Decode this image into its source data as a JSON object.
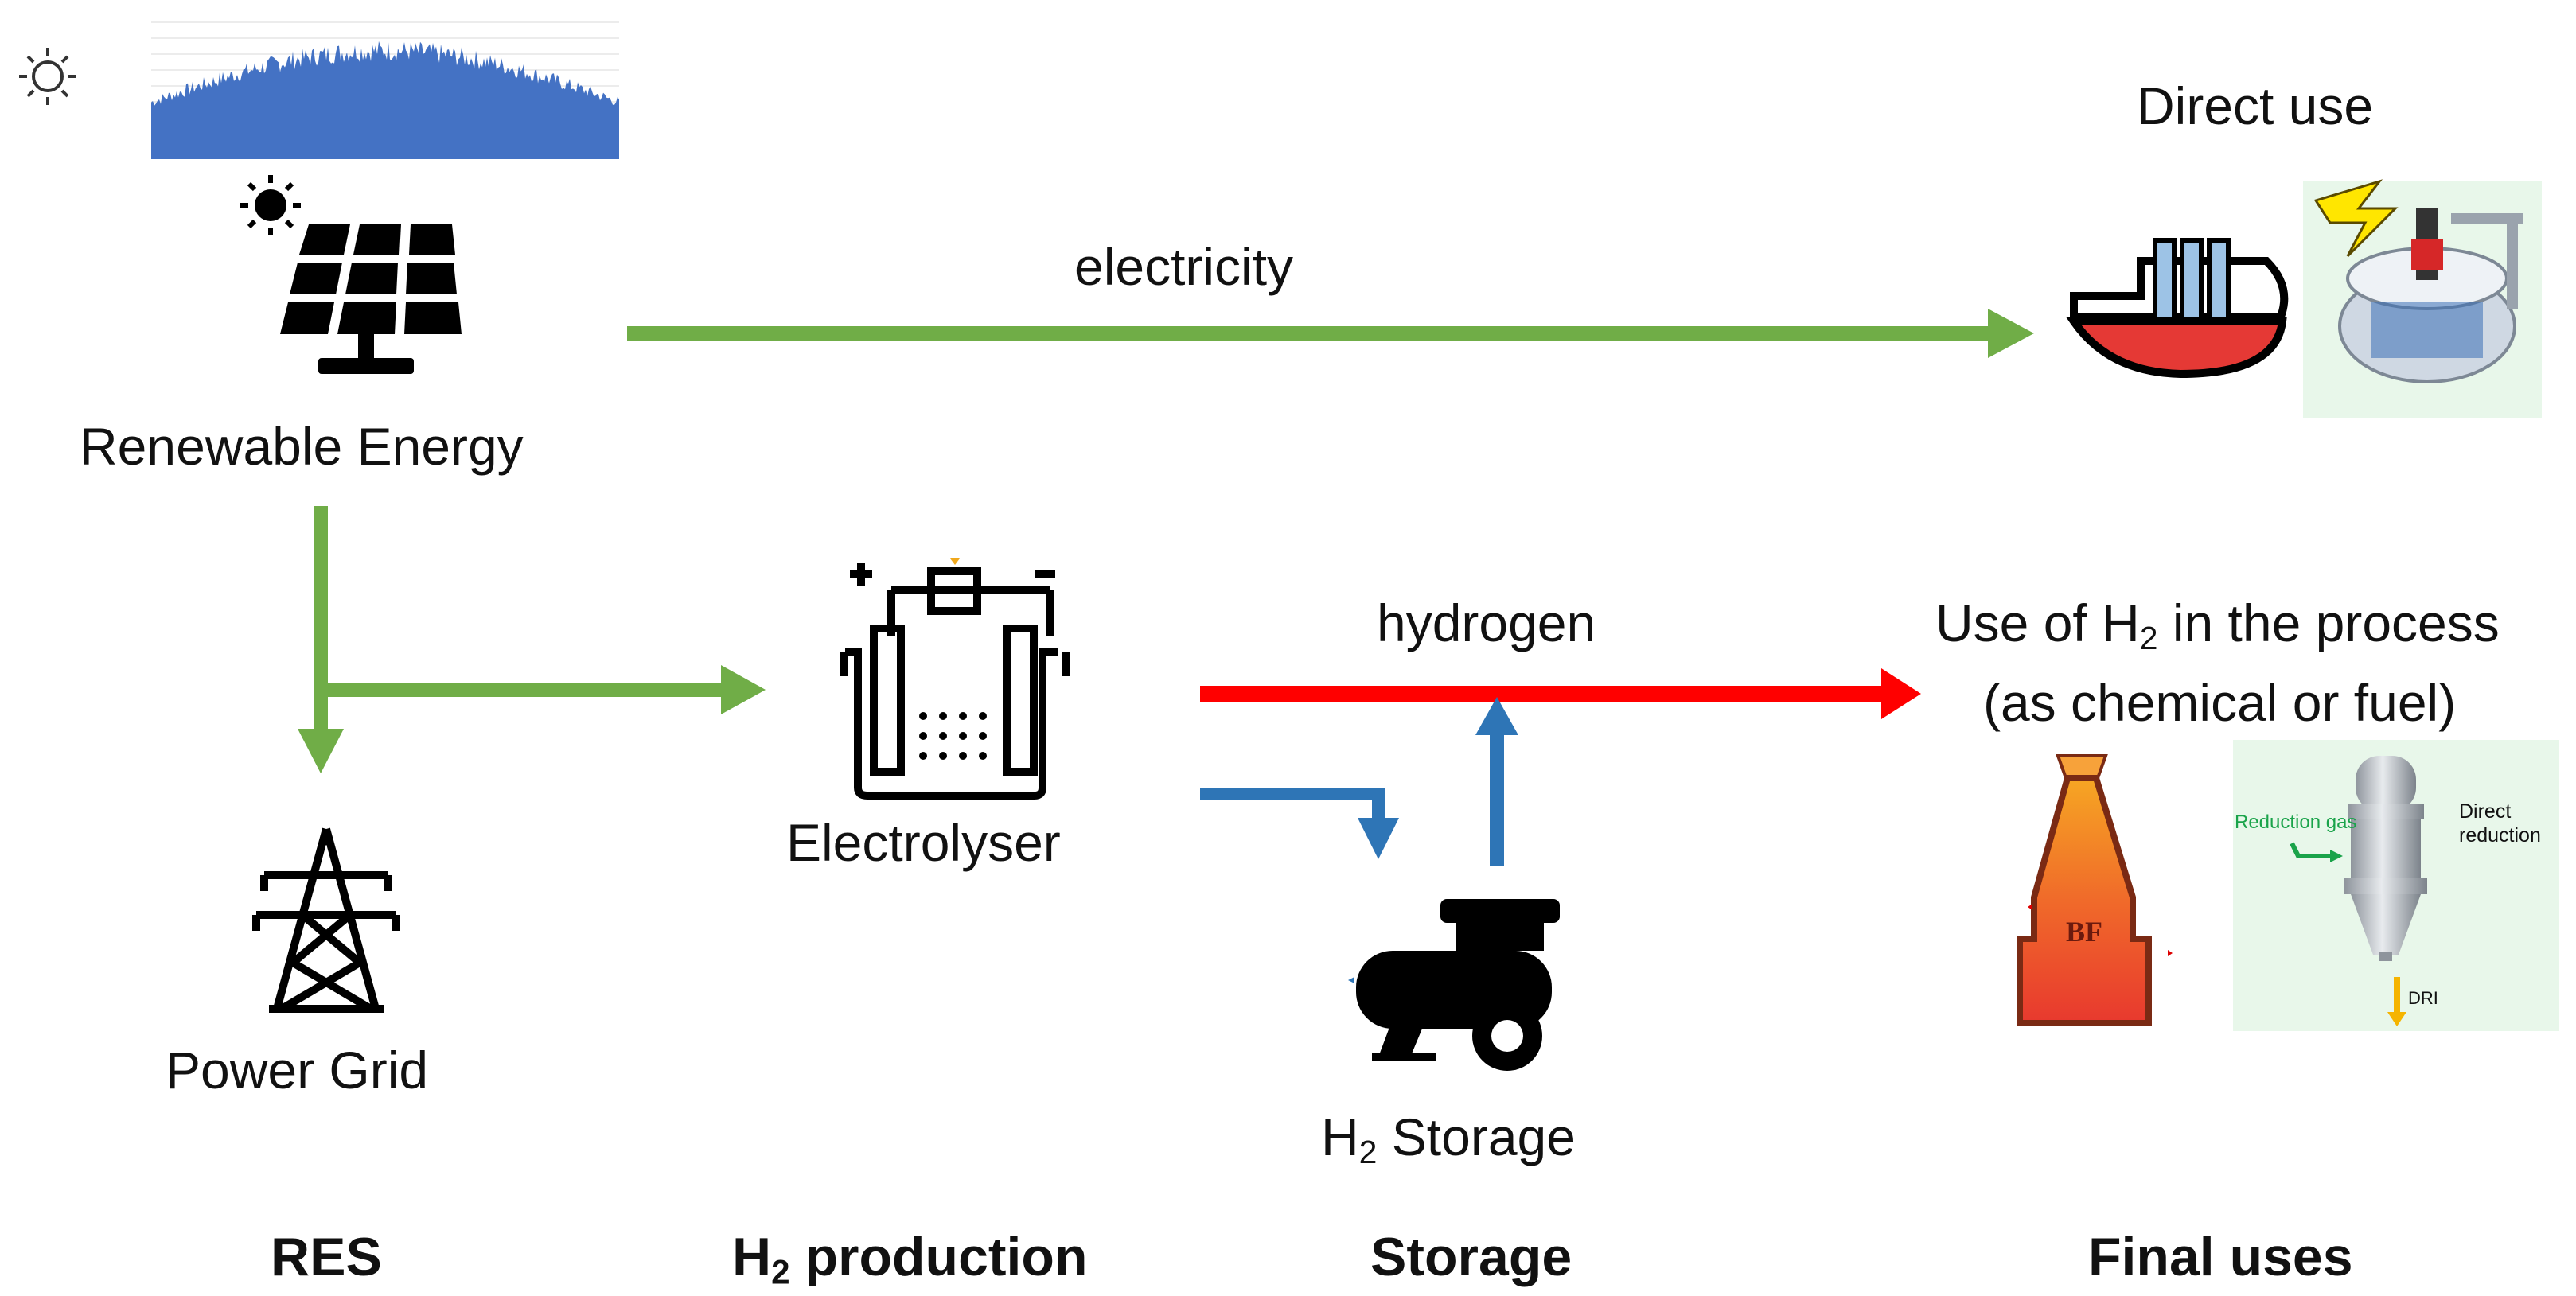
{
  "labels": {
    "renewable_energy": "Renewable Energy",
    "electricity": "electricity",
    "direct_use": "Direct use",
    "power_grid": "Power Grid",
    "electrolyser": "Electrolyser",
    "hydrogen": "hydrogen",
    "use_h2_prefix": "Use of H",
    "use_h2_sub": "2",
    "use_h2_suffix": " in the process",
    "use_h2_line2": "(as chemical or fuel)",
    "storage_sub": "2",
    "storage_prefix": "H",
    "storage_suffix": " Storage"
  },
  "categories": {
    "res": "RES",
    "h2_prefix": "H",
    "h2_sub": "2",
    "h2_suffix": " production",
    "storage": "Storage",
    "final_uses": "Final uses"
  },
  "images": {
    "bf_label": "BF",
    "reduction_gas": "Reduction gas",
    "direct_reduction_line1": "Direct",
    "direct_reduction_line2": "reduction",
    "dri": "DRI"
  },
  "colors": {
    "electricity_arrow": "#70AD47",
    "hydrogen_arrow": "#FF0000",
    "storage_arrow": "#2E75B6",
    "solar_chart": "#4472C4"
  }
}
